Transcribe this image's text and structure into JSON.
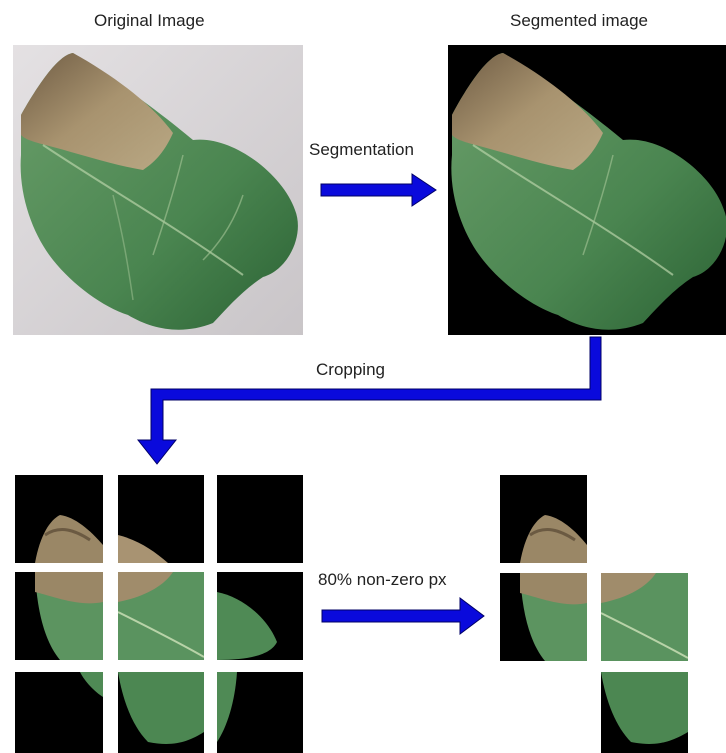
{
  "labels": {
    "original": "Original Image",
    "segmented": "Segmented image",
    "segmentation_step": "Segmentation",
    "cropping_step": "Cropping",
    "filter_step": "80% non-zero px"
  },
  "colors": {
    "arrow": "#0a0adc",
    "arrow_stroke": "#000066",
    "background_segmented": "#000000",
    "original_bg": "#d9d6d8",
    "leaf_green": "#4f8a55",
    "leaf_dark": "#2f6a36",
    "leaf_brown": "#9c8866"
  },
  "tiles": {
    "grid_rows": 3,
    "grid_cols": 3,
    "kept_tiles": [
      "r0c0",
      "r1c0",
      "r1c1",
      "r2c1"
    ]
  }
}
